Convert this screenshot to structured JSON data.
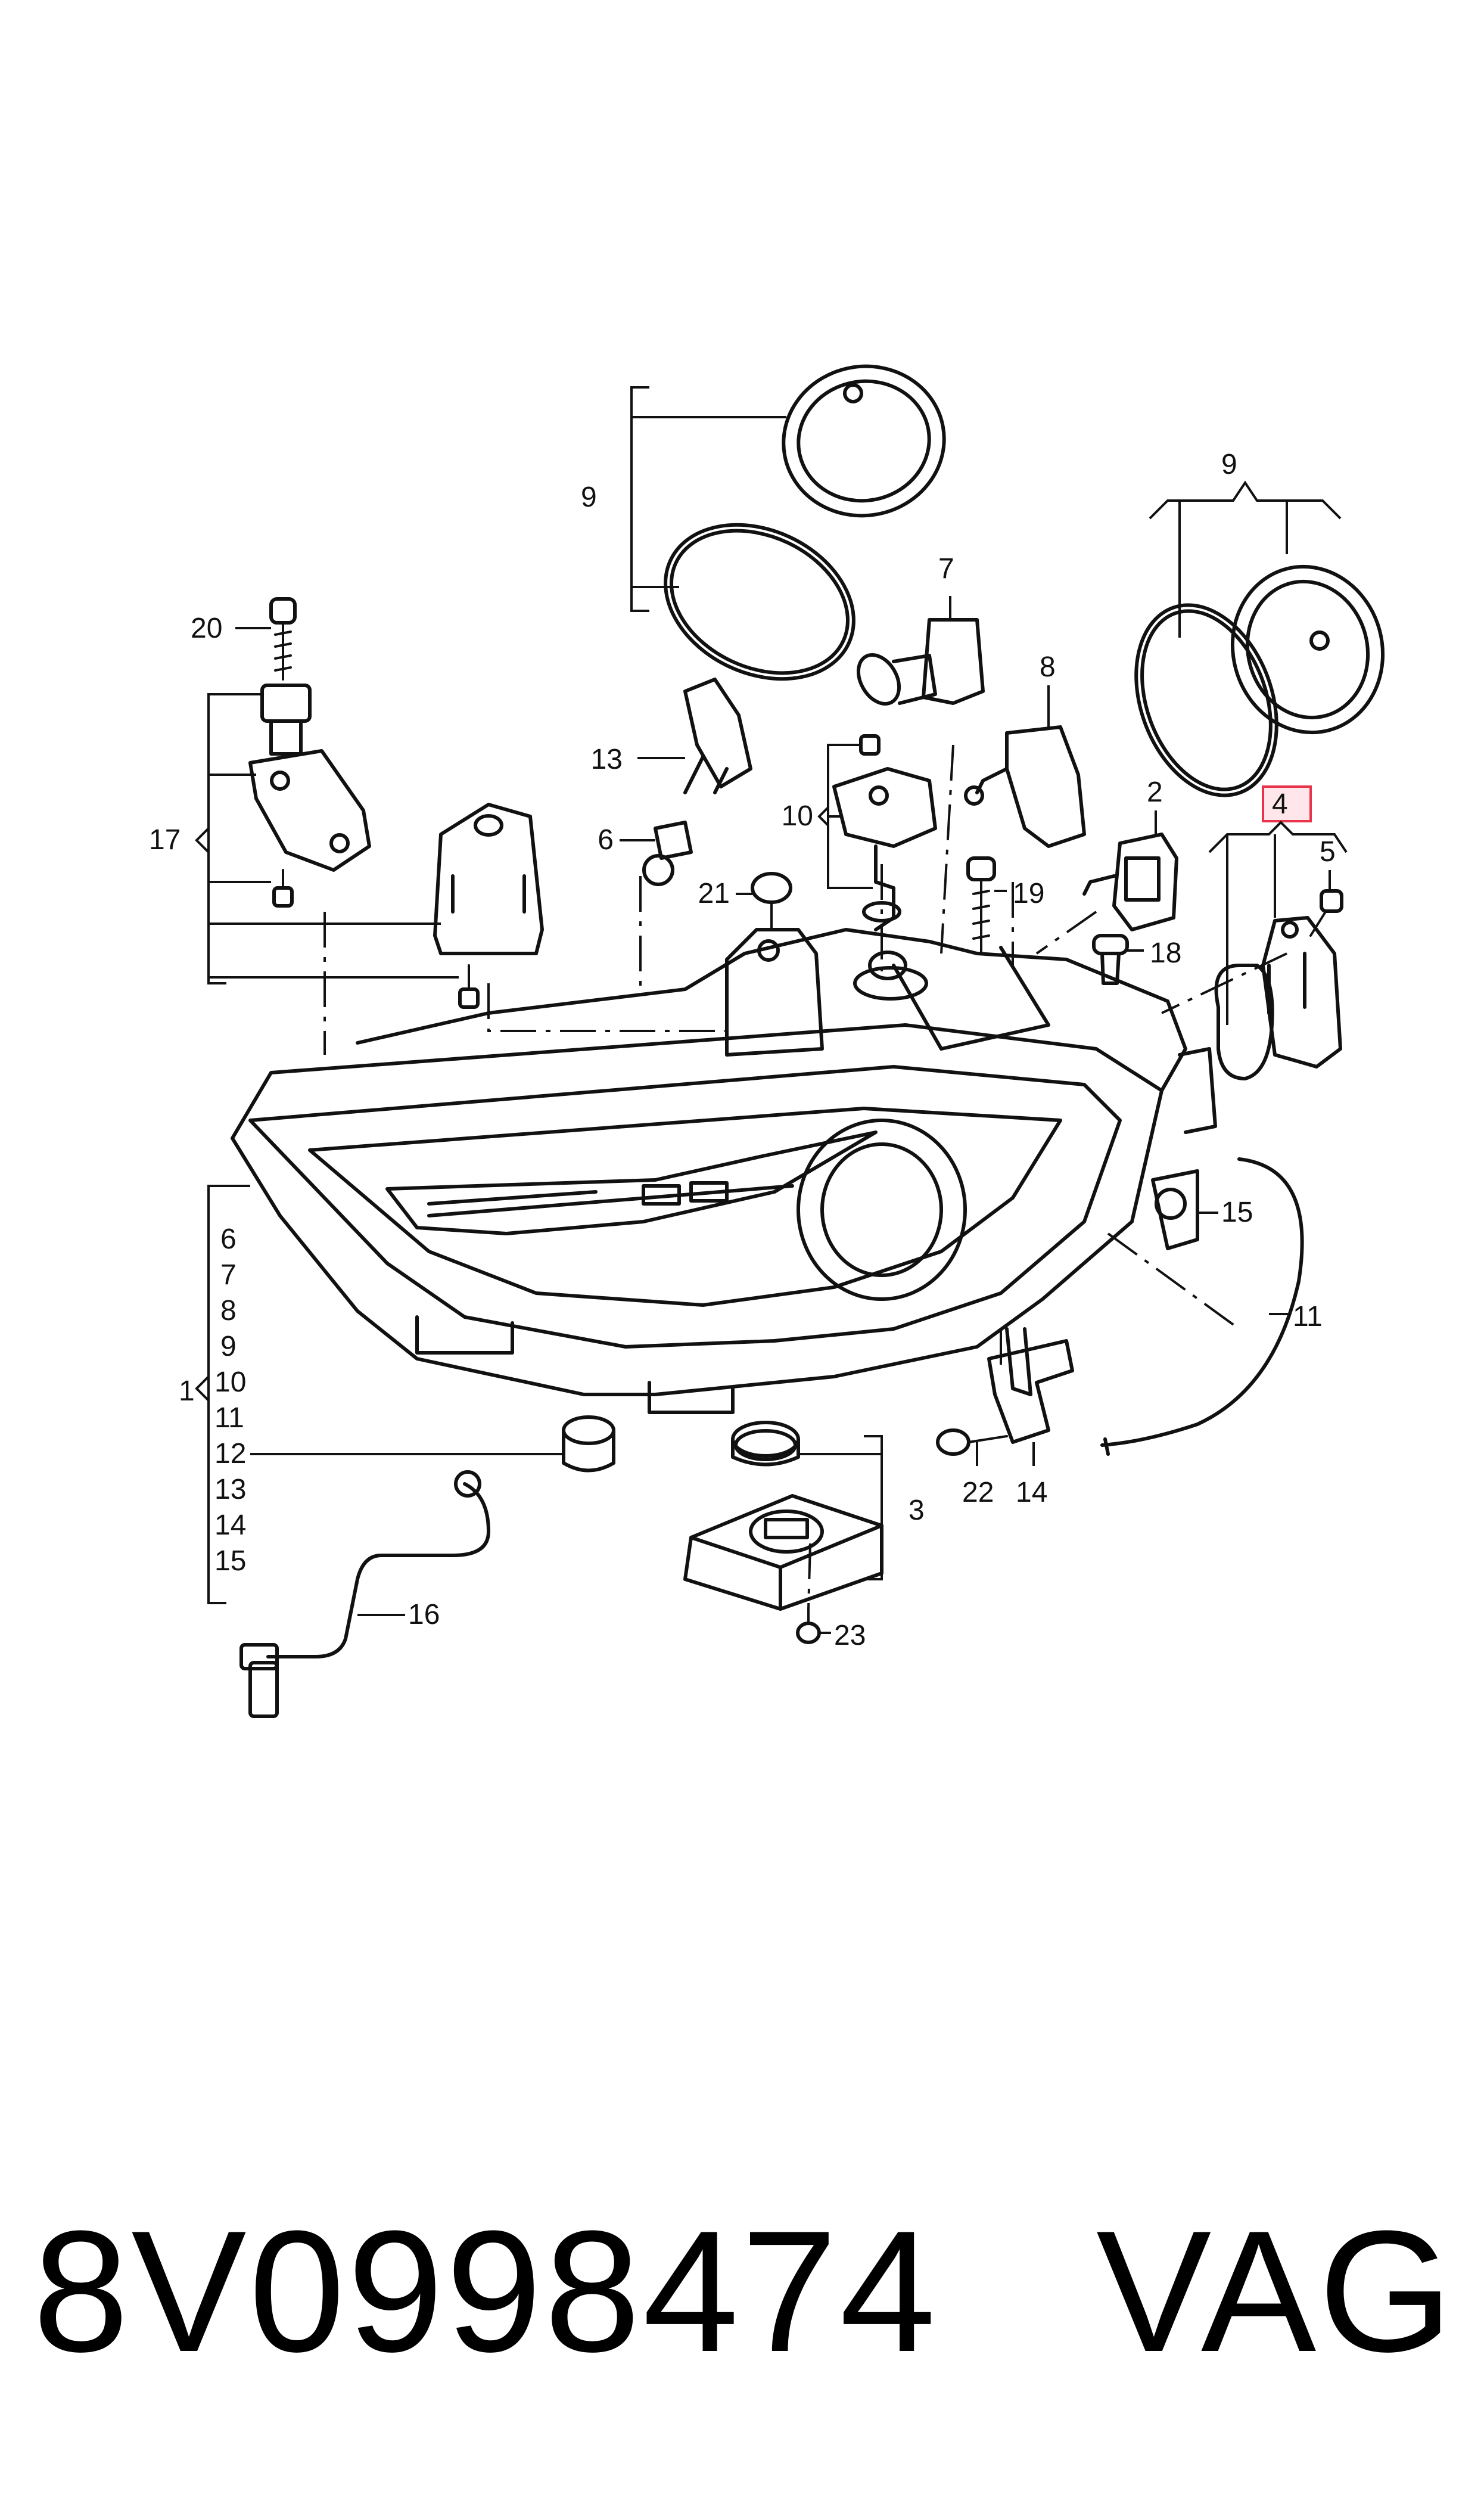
{
  "callouts": {
    "c1": "1",
    "c2": "2",
    "c3": "3",
    "c4": "4",
    "c5": "5",
    "c6": "6",
    "c7": "7",
    "c8": "8",
    "c9a": "9",
    "c9b": "9",
    "c10": "10",
    "c11": "11",
    "c12": "12",
    "c13": "13",
    "c14": "14",
    "c15": "15",
    "c16": "16",
    "c17": "17",
    "c18": "18",
    "c19": "19",
    "c20": "20",
    "c21": "21",
    "c22": "22",
    "c23": "23"
  },
  "group1_list": [
    "6",
    "7",
    "8",
    "9",
    "10",
    "11",
    "12",
    "13",
    "14",
    "15"
  ],
  "highlight_color": "#e8334a",
  "footer": {
    "part_number": "8V0998474",
    "brand": "VAG"
  }
}
